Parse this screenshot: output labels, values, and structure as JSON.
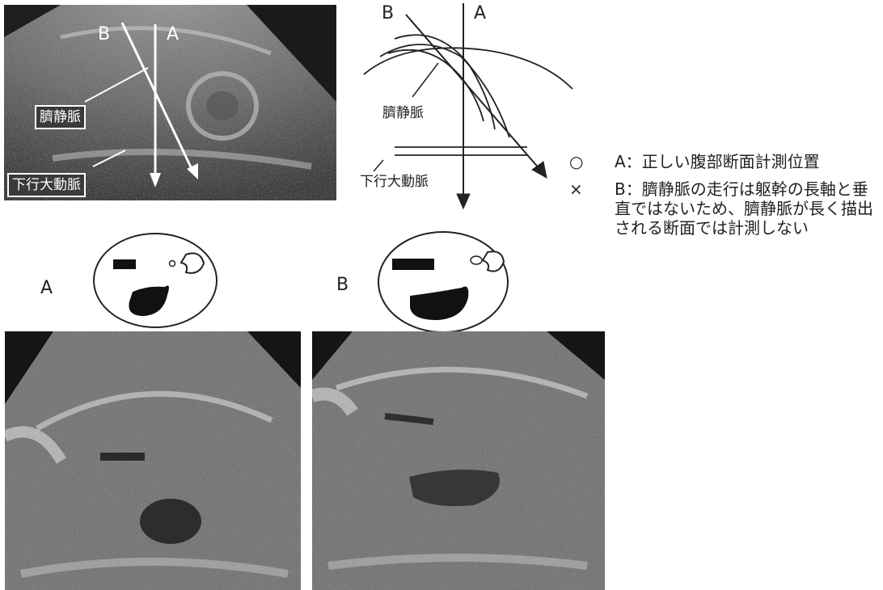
{
  "labels": {
    "letter_a": "A",
    "letter_b": "B",
    "umbilical_vein": "臍静脈",
    "descending_aorta": "下行大動脈"
  },
  "legend": {
    "a_mark": "○",
    "a_text": "A：正しい腹部断面計測位置",
    "b_mark": "×",
    "b_text": "B：臍静脈の走行は躯幹の長軸と垂直ではないため、臍静脈が長く描出される断面では計測しない"
  }
}
